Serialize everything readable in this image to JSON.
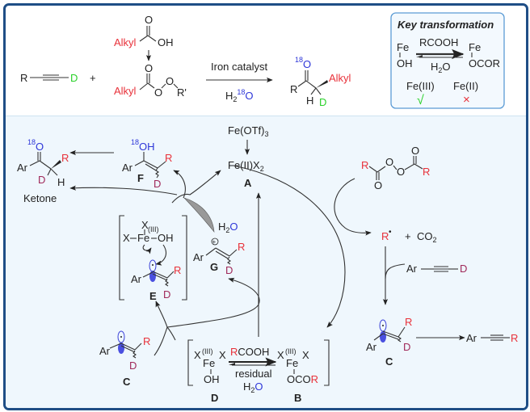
{
  "top_panel": {
    "reactant_alkyne": {
      "r": "R",
      "d": "D"
    },
    "plus": "+",
    "acid": {
      "alkyl": "Alkyl",
      "o": "O",
      "oh": "OH"
    },
    "perester": {
      "alkyl": "Alkyl",
      "o1": "O",
      "o2": "O",
      "o3": "O",
      "r_prime": "R'"
    },
    "arrow_top": "Iron catalyst",
    "arrow_bottom_h": "H",
    "arrow_bottom_sub": "2",
    "arrow_bottom_sup": "18",
    "arrow_bottom_o": "O",
    "product": {
      "sup": "18",
      "o": "O",
      "r": "R",
      "h": "H",
      "d": "D",
      "alkyl": "Alkyl"
    },
    "key_box": {
      "title": "Key transformation",
      "left_fe": "Fe",
      "left_oh": "OH",
      "reagent_top": "RCOOH",
      "reagent_bottom_h": "H",
      "reagent_bottom_sub": "2",
      "reagent_bottom_o": "O",
      "right_fe": "Fe",
      "right_ocor": "OCOR",
      "fe3": "Fe(III)",
      "fe2": "Fe(II)",
      "check": "√",
      "cross": "×"
    }
  },
  "mechanism": {
    "fe_otf": "Fe(OTf)",
    "fe_otf_sub": "3",
    "A": {
      "label": "Fe(II)X",
      "sub": "2",
      "name": "A"
    },
    "ketone": {
      "sup": "18",
      "o": "O",
      "ar": "Ar",
      "d": "D",
      "h": "H",
      "r": "R",
      "caption": "Ketone"
    },
    "F": {
      "sup": "18",
      "oh": "OH",
      "ar": "Ar",
      "r": "R",
      "d": "D",
      "name": "F"
    },
    "diperoxide": {
      "r1": "R",
      "r2": "R",
      "o": "O"
    },
    "radical": {
      "r": "R",
      "dot": "•",
      "plus": "+",
      "co": "CO",
      "sub": "2"
    },
    "alkyne_reagent": {
      "ar": "Ar",
      "d": "D"
    },
    "C_right": {
      "r": "R",
      "ar": "Ar",
      "d": "D",
      "name": "C"
    },
    "product_alkyne": {
      "ar": "Ar",
      "r": "R"
    },
    "E": {
      "x1": "X",
      "x2": "X",
      "ox": "(III)",
      "fe": "Fe",
      "oh": "OH",
      "ar": "Ar",
      "r": "R",
      "d": "D",
      "name": "E"
    },
    "G": {
      "h2o_h": "H",
      "h2o_sub": "2",
      "h2o_o": "O",
      "plus": "+",
      "ar": "Ar",
      "r": "R",
      "d": "D",
      "name": "G"
    },
    "C_left": {
      "ar": "Ar",
      "r": "R",
      "d": "D",
      "name": "C"
    },
    "D": {
      "x": "X",
      "ox": "(III)",
      "fe": "Fe",
      "oh": "OH",
      "name": "D"
    },
    "B": {
      "x": "X",
      "ox": "(III)",
      "fe": "Fe",
      "ocor": "OCO",
      "r": "R",
      "name": "B"
    },
    "equilibrium": {
      "top_r": "R",
      "top": "COOH",
      "bottom1": "residual",
      "h2o_h": "H",
      "h2o_sub": "2",
      "h2o_o": "O"
    }
  }
}
